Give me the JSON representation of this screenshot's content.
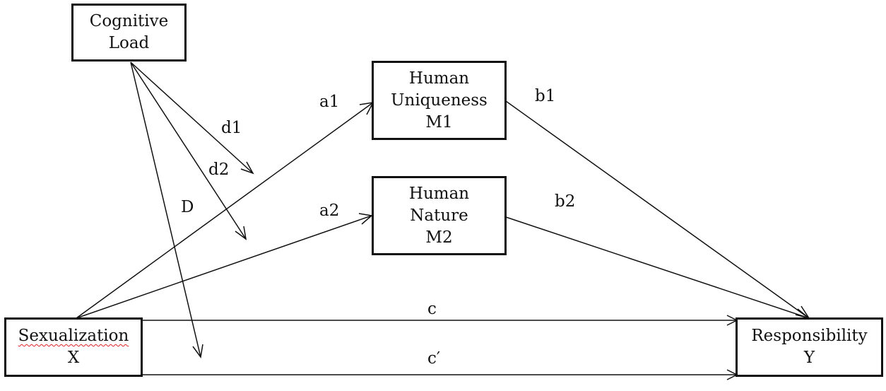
{
  "nodes": {
    "cognitive_load": {
      "line1": "Cognitive",
      "line2": "Load"
    },
    "human_uniqueness": {
      "line1": "Human",
      "line2": "Uniqueness",
      "line3": "M1"
    },
    "human_nature": {
      "line1": "Human",
      "line2": "Nature",
      "line3": "M2"
    },
    "sexualization": {
      "line1": "Sexualization",
      "line2": "X"
    },
    "responsibility": {
      "line1": "Responsibility",
      "line2": "Y"
    }
  },
  "paths": {
    "a1": "a1",
    "a2": "a2",
    "b1": "b1",
    "b2": "b2",
    "c": "c",
    "c_prime": "c′",
    "d1": "d1",
    "d2": "d2",
    "D": "D"
  }
}
